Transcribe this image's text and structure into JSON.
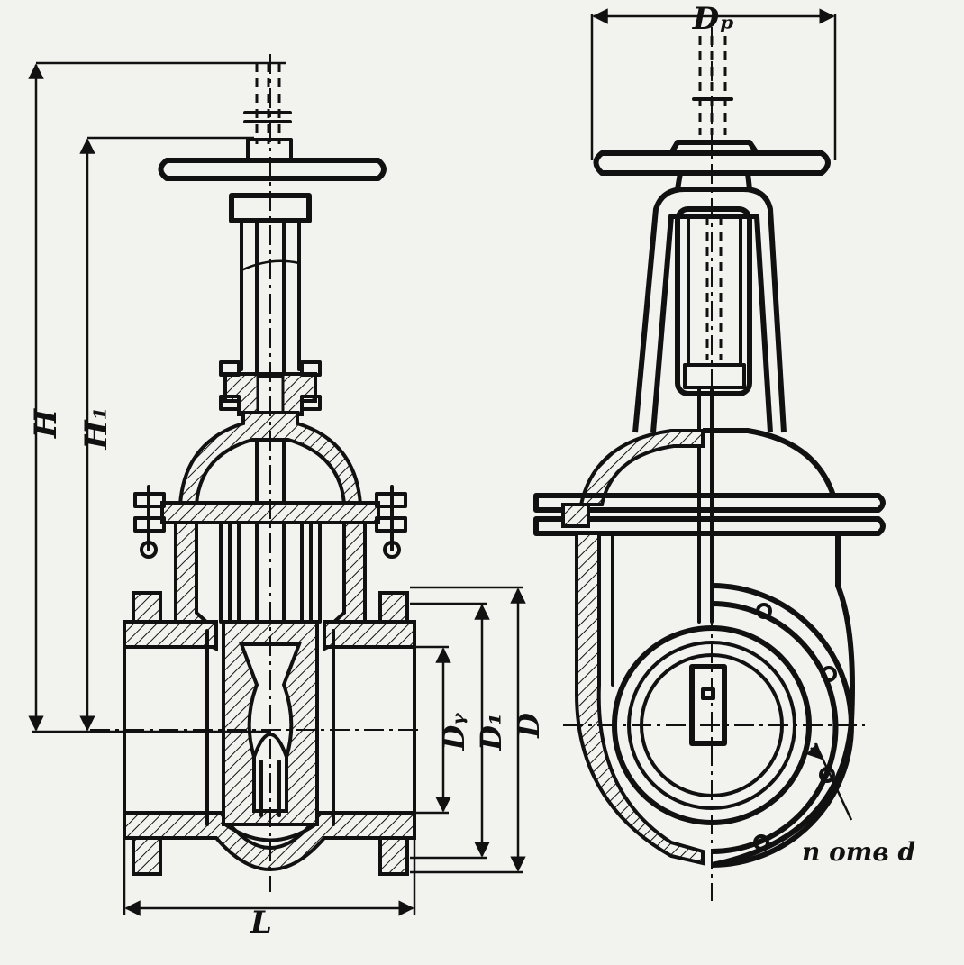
{
  "drawing": {
    "labels": {
      "H": "H",
      "H1": "H₁",
      "Dp": "Dₚ",
      "Dy": "Dᵧ",
      "D1": "D₁",
      "D": "D",
      "L": "L",
      "holes": "n отв d"
    }
  }
}
